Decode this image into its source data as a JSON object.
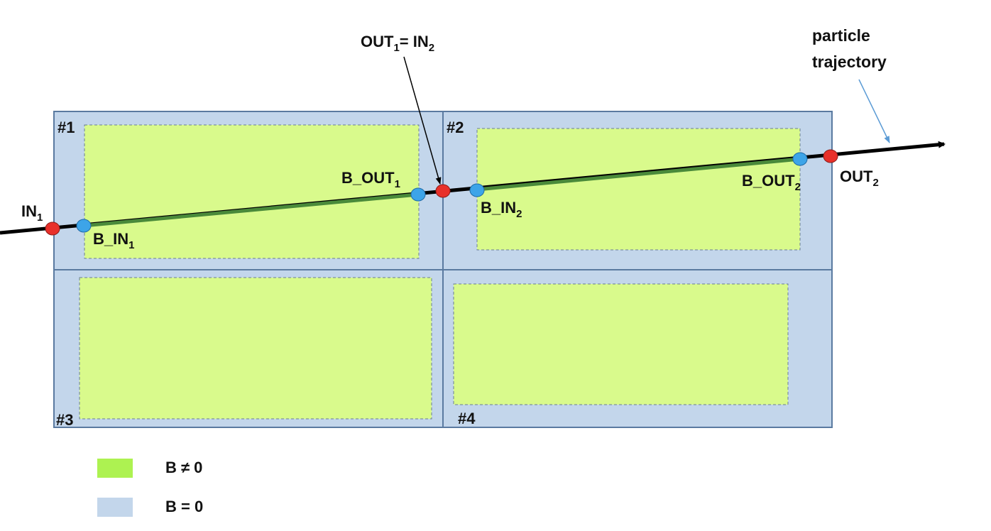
{
  "colors": {
    "field_region": "#d9fa8c",
    "field_legend": "#adf251",
    "cell": "#c3d6eb",
    "cell_border": "#5a7aa0",
    "entry_exit_point": "#e8302a",
    "field_boundary_point": "#3da4e8",
    "trajectory": "#000000",
    "trajectory_in_field": "#4a8a3a",
    "callout_arrow": "#5b9bd5"
  },
  "cells": [
    {
      "id": "#1"
    },
    {
      "id": "#2"
    },
    {
      "id": "#3"
    },
    {
      "id": "#4"
    }
  ],
  "points": {
    "in1": {
      "base": "IN",
      "sub": "1"
    },
    "b_in1": {
      "base": "B_IN",
      "sub": "1"
    },
    "b_out1": {
      "base": "B_OUT",
      "sub": "1"
    },
    "out1_in2": {
      "base1": "OUT",
      "sub1": "1",
      "mid": "= ",
      "base2": "IN",
      "sub2": "2"
    },
    "b_in2": {
      "base": "B_IN",
      "sub": "2"
    },
    "b_out2": {
      "base": "B_OUT",
      "sub": "2"
    },
    "out2": {
      "base": "OUT",
      "sub": "2"
    }
  },
  "trajectory_label": {
    "line1": "particle",
    "line2": "trajectory"
  },
  "legend": [
    {
      "label": "B ≠ 0",
      "color": "#adf251"
    },
    {
      "label": "B = 0",
      "color": "#c3d6eb"
    }
  ]
}
